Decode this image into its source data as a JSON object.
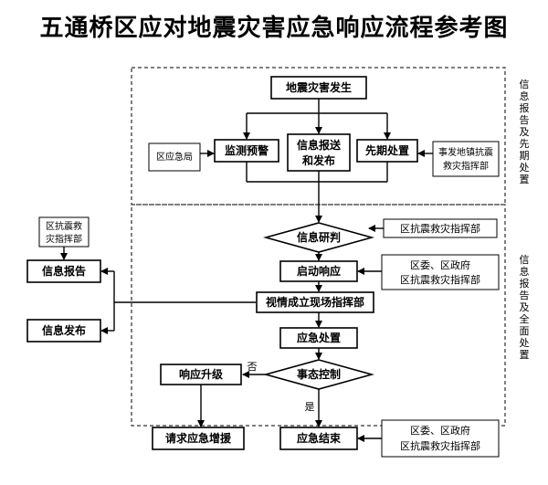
{
  "title": "五通桥区应对地震灾害应急响应流程参考图",
  "nodes": {
    "quake": "地震灾害发生",
    "monitor": "监测预警",
    "report_send_1": "信息报送",
    "report_send_2": "和发布",
    "early_handle": "先期处置",
    "district_bureau": "区应急局",
    "town_hq_1": "事发地镇抗震",
    "town_hq_2": "救灾指挥部",
    "judge": "信息研判",
    "district_hq_a": "区抗震救灾指挥部",
    "start_resp": "启动响应",
    "gov_hq_b1": "区委、区政府",
    "gov_hq_b2": "区抗震救灾指挥部",
    "field_hq": "视情成立现场指挥部",
    "emerg_handle": "应急处置",
    "control": "事态控制",
    "upgrade": "响应升级",
    "request_help": "请求应急增援",
    "end": "应急结束",
    "gov_hq_c1": "区委、区政府",
    "gov_hq_c2": "区抗震救灾指挥部",
    "left_hq_1": "区抗震救",
    "left_hq_2": "灾指挥部",
    "info_report": "信息报告",
    "info_publish": "信息发布",
    "no": "否",
    "yes": "是"
  },
  "side_labels": {
    "top": "信息报告及先期处置",
    "bottom": "信息报告及全面处置"
  }
}
